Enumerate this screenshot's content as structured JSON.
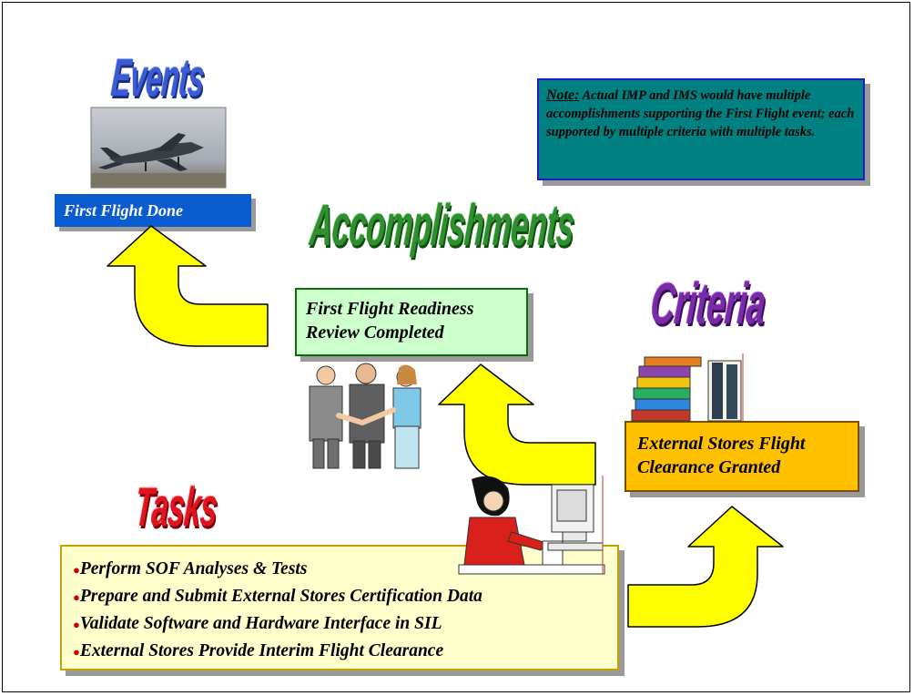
{
  "headings": {
    "events": "Events",
    "accomplishments": "Accomplishments",
    "criteria": "Criteria",
    "tasks": "Tasks"
  },
  "event_box": {
    "label": "First Flight Done"
  },
  "accomplishment_box": {
    "line1": "First Flight Readiness",
    "line2": "Review Completed"
  },
  "criteria_box": {
    "line1": "External Stores Flight",
    "line2": "Clearance Granted"
  },
  "note": {
    "title": "Note:",
    "text": "Actual IMP and IMS would have multiple accomplishments supporting the First Flight event; each supported by multiple criteria with multiple tasks."
  },
  "tasks": [
    "Perform SOF Analyses & Tests",
    "Prepare and Submit External Stores Certification Data",
    "Validate Software and Hardware Interface in SIL",
    "External Stores Provide Interim Flight Clearance"
  ],
  "colors": {
    "events_heading": "#3b5bd6",
    "accomplishments_heading": "#2f8f2f",
    "criteria_heading": "#7a2aa8",
    "tasks_heading": "#e0141e",
    "event_box": "#0b5bd0",
    "accomplishment_box": "#ccffcc",
    "criteria_box": "#ffc000",
    "note_box": "#008080",
    "tasks_box": "#ffffcc",
    "arrow": "#ffff00"
  },
  "images": {
    "jet": "fighter-jet-photo",
    "people": "business-handshake-clipart",
    "books": "stack-of-books-clipart",
    "worker": "woman-at-computer-clipart"
  }
}
